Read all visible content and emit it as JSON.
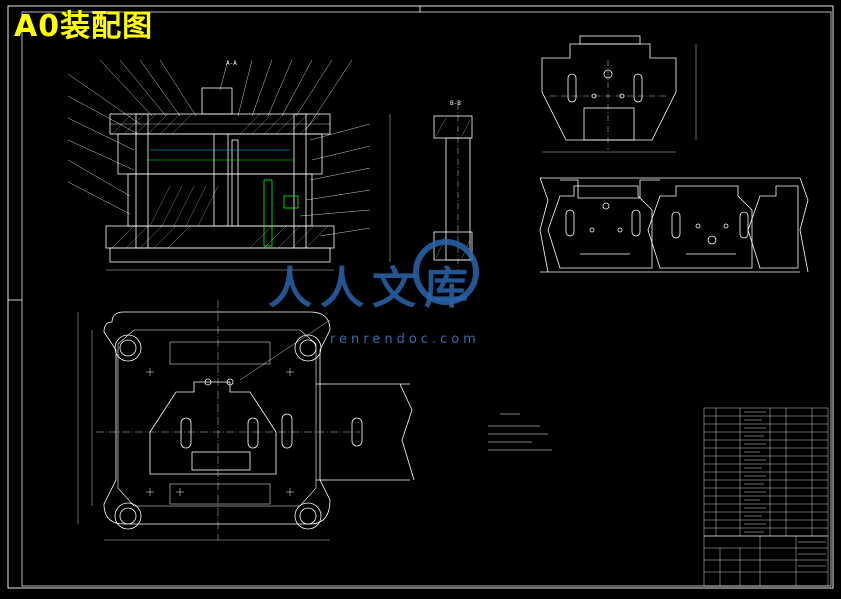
{
  "title": "A0装配图",
  "watermark": {
    "text": "人人文库",
    "url": "renrendoc.com",
    "color": "#2a64aa"
  },
  "colors": {
    "background": "#000000",
    "lines": "#ffffff",
    "title": "#ffff00",
    "accent_green": "#00ff00",
    "accent_cyan": "#00c8ff"
  },
  "views": {
    "section_a": "A-A",
    "section_b": "B-B"
  }
}
